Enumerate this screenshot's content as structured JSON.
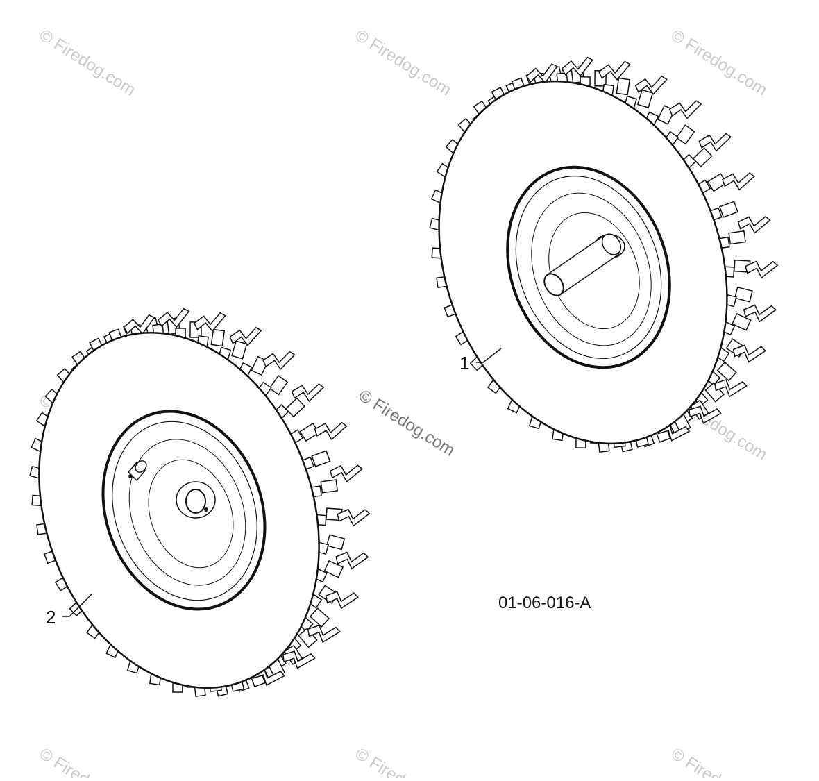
{
  "diagram": {
    "parts": [
      {
        "callout": "1",
        "item": "wheel-with-axle"
      },
      {
        "callout": "2",
        "item": "wheel-with-valve"
      }
    ],
    "drawing_code": "01-06-016-A",
    "watermark": "© Firedog.com",
    "colors": {
      "line": "#111111",
      "fill": "#ffffff",
      "watermark": "#c9c9c9"
    }
  }
}
